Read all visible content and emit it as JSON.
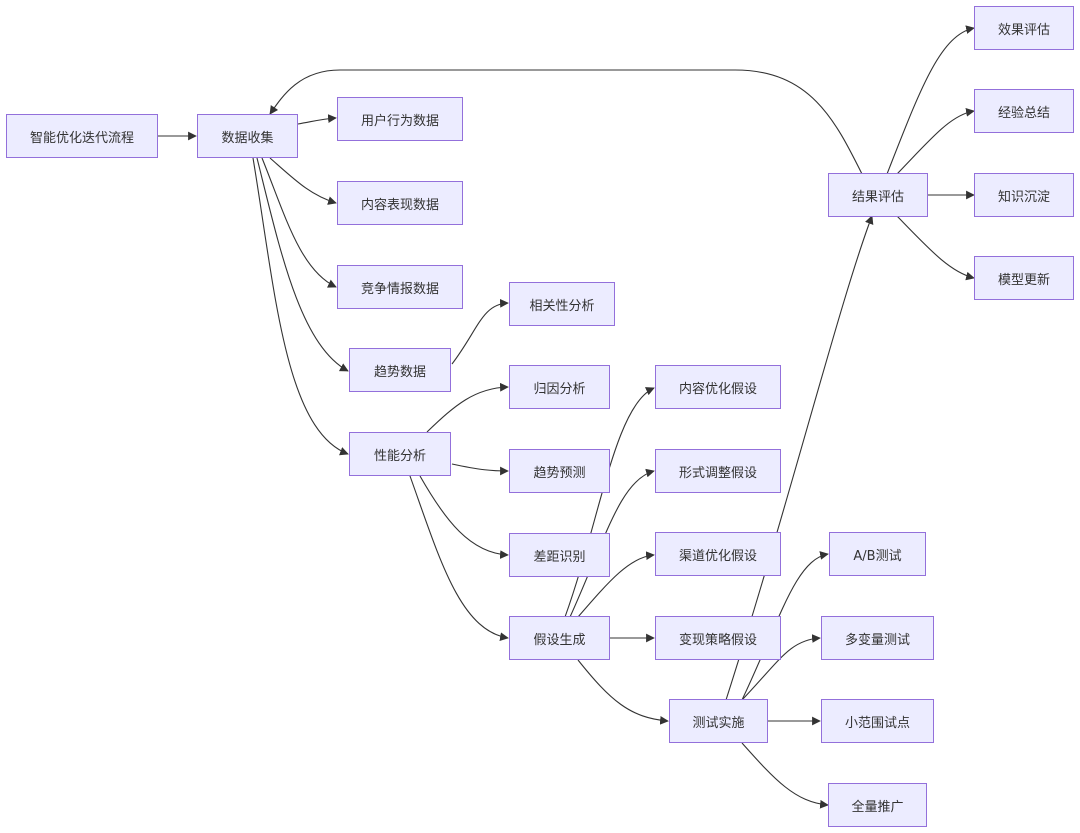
{
  "nodes": {
    "root": "智能优化迭代流程",
    "collect": "数据收集",
    "user_behavior": "用户行为数据",
    "content_perf": "内容表现数据",
    "competitor": "竞争情报数据",
    "trend_data": "趋势数据",
    "perf_analysis": "性能分析",
    "correlation": "相关性分析",
    "attribution": "归因分析",
    "trend_forecast": "趋势预测",
    "gap_identify": "差距识别",
    "hypothesis": "假设生成",
    "content_opt": "内容优化假设",
    "format_adjust": "形式调整假设",
    "channel_opt": "渠道优化假设",
    "monetize": "变现策略假设",
    "test_impl": "测试实施",
    "ab_test": "A/B测试",
    "multivar": "多变量测试",
    "pilot": "小范围试点",
    "rollout": "全量推广",
    "result_eval": "结果评估",
    "effect_eval": "效果评估",
    "experience": "经验总结",
    "knowledge": "知识沉淀",
    "model_update": "模型更新"
  }
}
